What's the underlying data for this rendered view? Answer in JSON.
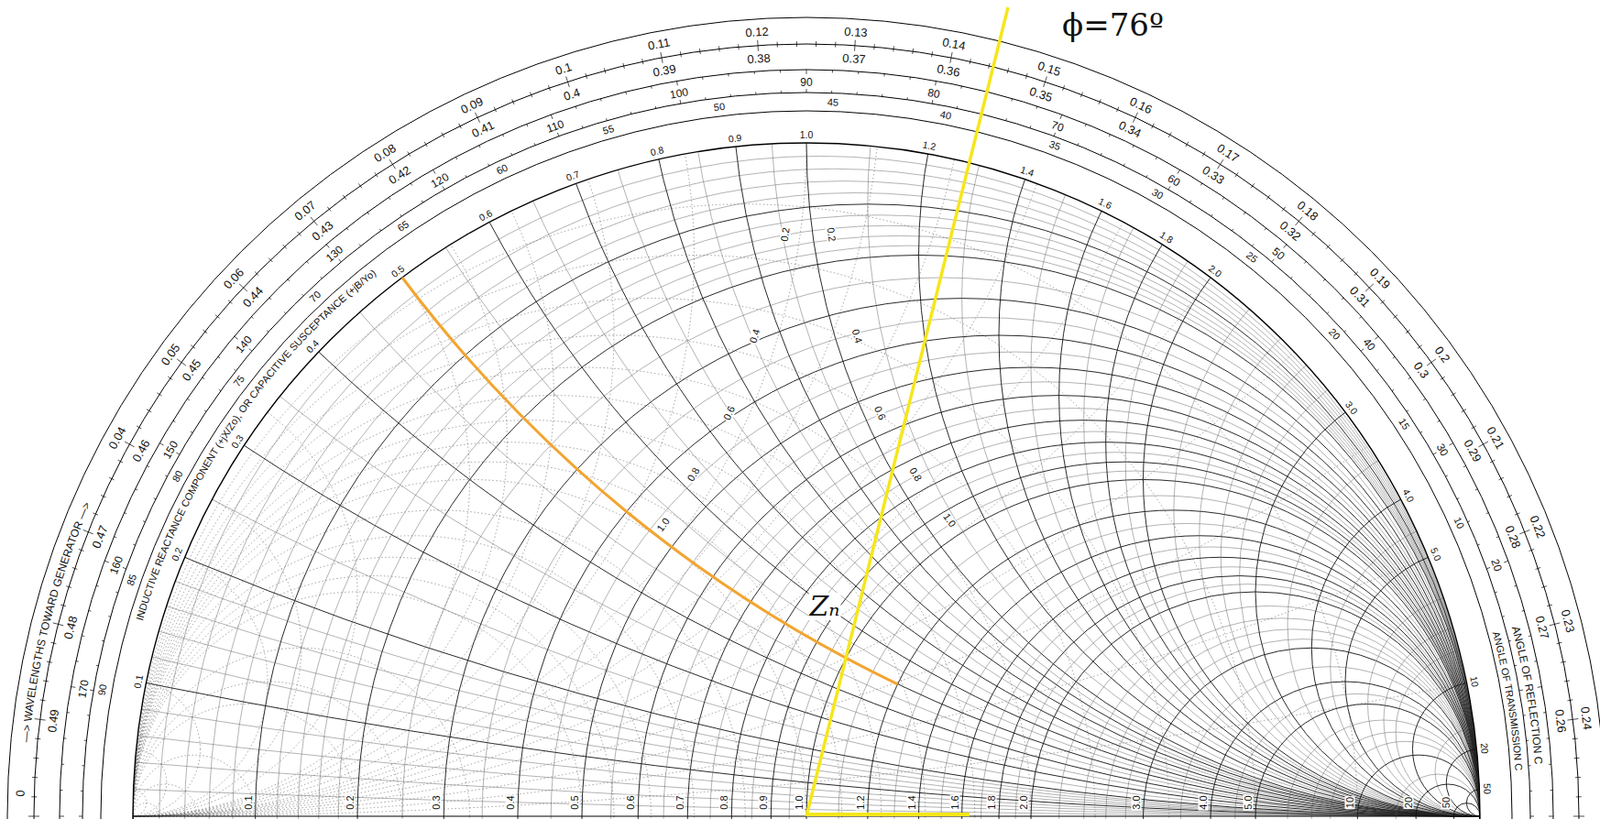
{
  "diagram": {
    "labels": [
      "ϕ=76º",
      "Zₙ",
      "—> WAVELENGTHS TOWARD GENERATOR —>",
      "INDUCTIVE REACTANCE COMPONENT (+jX/Zo), OR CAPACITIVE SUSCEPTANCE (+jB/Yo)",
      "ANGLE OF TRANSMISSION C",
      "ANGLE OF REFLECTION C",
      "0",
      "0.04",
      "0.05",
      "0.06",
      "0.07",
      "0.08",
      "0.09",
      "0.1",
      "0.11",
      "0.12",
      "0.13",
      "0.14",
      "0.15",
      "0.16",
      "0.17",
      "0.18",
      "0.19",
      "0.2",
      "0.21",
      "0.22",
      "0.23",
      "0.24",
      "0.49",
      "0.48",
      "0.47",
      "0.46",
      "0.45",
      "0.44",
      "0.43",
      "0.42",
      "0.41",
      "0.4",
      "0.39",
      "0.38",
      "0.37",
      "0.36",
      "0.35",
      "0.34",
      "0.33",
      "0.32",
      "0.31",
      "0.3",
      "0.29",
      "0.28",
      "0.27",
      "0.26",
      "170",
      "160",
      "150",
      "140",
      "130",
      "120",
      "110",
      "100",
      "90",
      "80",
      "70",
      "60",
      "50",
      "40",
      "30",
      "20",
      "90",
      "85",
      "80",
      "75",
      "70",
      "65",
      "60",
      "55",
      "50",
      "45",
      "40",
      "35",
      "30",
      "25",
      "20",
      "15",
      "10",
      "0.1",
      "0.2",
      "0.3",
      "0.4",
      "0.5",
      "0.6",
      "0.7",
      "0.8",
      "0.9",
      "1.0",
      "1.2",
      "1.4",
      "1.6",
      "1.8",
      "2.0",
      "3.0",
      "4.0",
      "5.0",
      "10",
      "20",
      "50",
      "0.1",
      "0.2",
      "0.3",
      "0.4",
      "0.5",
      "0.6",
      "0.7",
      "0.8",
      "0.9",
      "1.0",
      "1.2",
      "1.4",
      "1.6",
      "1.8",
      "2.0",
      "3.0",
      "4.0",
      "5.0",
      "10",
      "20",
      "50",
      "0.2",
      "0.4",
      "0.6",
      "0.8",
      "1.0",
      "0.2",
      "0.4",
      "0.6",
      "0.8",
      "1.0"
    ]
  }
}
